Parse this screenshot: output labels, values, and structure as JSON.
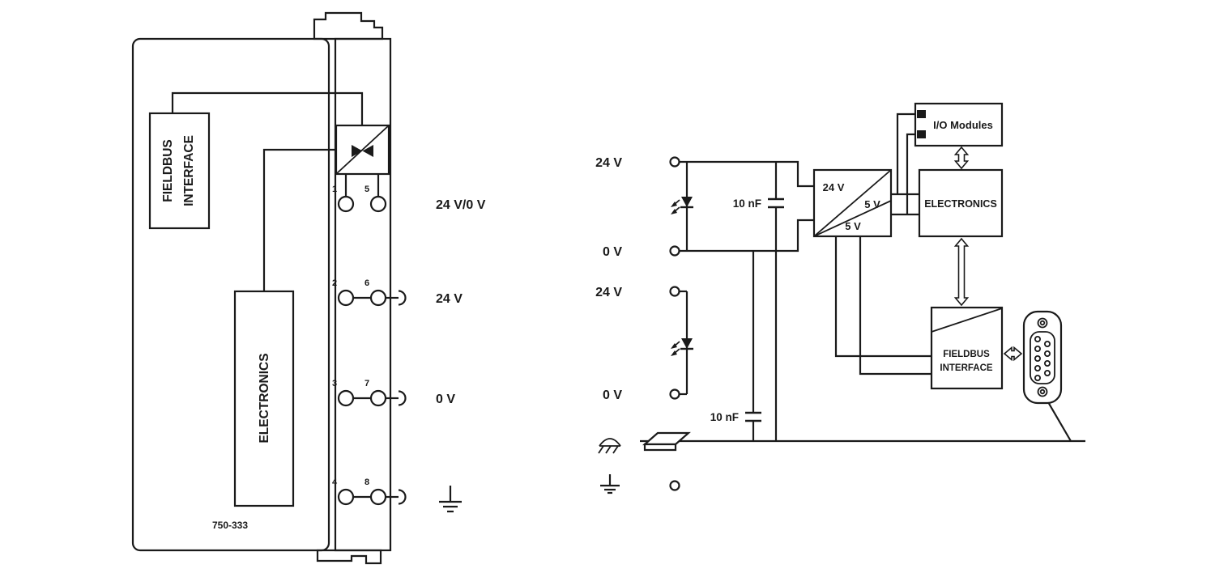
{
  "colors": {
    "ink": "#1a1a1a",
    "background": "#ffffff"
  },
  "left": {
    "fieldbus_box": {
      "line1": "FIELDBUS",
      "line2": "INTERFACE"
    },
    "electronics_label": "ELECTRONICS",
    "model": "750-333",
    "terminal_numbers": [
      "1",
      "2",
      "3",
      "4",
      "5",
      "6",
      "7",
      "8"
    ],
    "row_labels": {
      "row1": "24 V/0 V",
      "row2": "24 V",
      "row3": "0 V"
    }
  },
  "right": {
    "inputs": {
      "system_24v": "24 V",
      "system_0v": "0 V",
      "field_24v": "24 V",
      "field_0v": "0 V"
    },
    "cap_top": "10 nF",
    "cap_bottom": "10 nF",
    "converter": {
      "input": "24 V",
      "output_mid": "5 V",
      "output_bottom": "5 V"
    },
    "io_modules": "I/O Modules",
    "electronics": "ELECTRONICS",
    "fieldbus": {
      "line1": "FIELDBUS",
      "line2": "INTERFACE"
    }
  }
}
